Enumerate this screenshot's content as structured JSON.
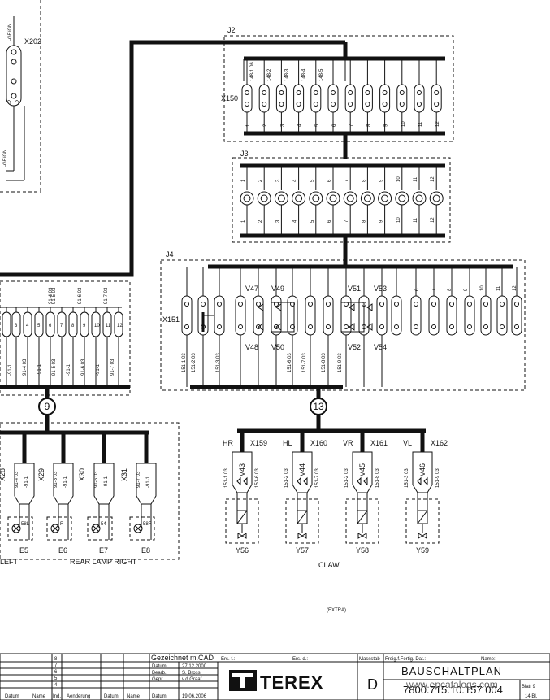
{
  "left_connector": {
    "id": "X202",
    "wires": [
      "-GE/GN",
      "-2",
      "-2",
      "-GE/GN"
    ]
  },
  "j2": {
    "label": "J2",
    "connector": "X150",
    "wires": [
      "148-1 06",
      "148-2",
      "148-3",
      "148-4",
      "148-5"
    ],
    "pins": [
      "1",
      "2",
      "3",
      "4",
      "5",
      "6",
      "7",
      "8",
      "9",
      "10",
      "11",
      "12"
    ]
  },
  "j3": {
    "label": "J3",
    "pins": [
      "1",
      "2",
      "3",
      "4",
      "5",
      "6",
      "7",
      "8",
      "9",
      "10",
      "11",
      "12"
    ]
  },
  "j4": {
    "label": "J4",
    "connector": "X151",
    "diodes_top": [
      "V47",
      "V49",
      "V51",
      "V53"
    ],
    "diodes_bottom": [
      "V48",
      "V50",
      "V52",
      "V54"
    ],
    "pins_top": [
      "6",
      "7",
      "8",
      "9",
      "10",
      "11",
      "12"
    ],
    "wires": [
      "151-1 03",
      "151-2 03",
      "151-3 03",
      "151-6 03",
      "151-7 03",
      "151-8 03",
      "151-9 03"
    ]
  },
  "left_block": {
    "pins": [
      "3",
      "4",
      "5",
      "6",
      "7",
      "8",
      "9",
      "10",
      "11",
      "12"
    ],
    "top_wires": [
      "91-4 03",
      "91-5 03",
      "91-6 03",
      "91-7 03"
    ],
    "bottom_wires": [
      "-91-1",
      "91-4 03",
      "-91-1",
      "91-5 03",
      "-91-1",
      "91-6 03",
      "-91-1",
      "91-7 03"
    ]
  },
  "node_left": "9",
  "node_right": "13",
  "rear_lamps": [
    {
      "conn": "X28",
      "w1": "91-4 03",
      "w2": "-91-1",
      "lamp": "58L",
      "id": "E5"
    },
    {
      "conn": "X29",
      "w1": "91-5 03",
      "w2": "-91-1",
      "lamp": "R",
      "id": "E6"
    },
    {
      "conn": "X30",
      "w1": "91-6 03",
      "w2": "-91-1",
      "lamp": "54",
      "id": "E7"
    },
    {
      "conn": "X31",
      "w1": "91-7 03",
      "w2": "-91-1",
      "lamp": "58R",
      "id": "E8"
    }
  ],
  "rear_lamp_left_text": "LEFT",
  "rear_lamp_right_text": "REAR LAMP RIGHT",
  "claw_valves": [
    {
      "pos": "HR",
      "conn": "X159",
      "diode": "V43",
      "w1": "151-1 03",
      "w2": "151-6 03",
      "valve": "Y56"
    },
    {
      "pos": "HL",
      "conn": "X160",
      "diode": "V44",
      "w1": "151-2 03",
      "w2": "151-7 03",
      "valve": "Y57"
    },
    {
      "pos": "VR",
      "conn": "X161",
      "diode": "V45",
      "w1": "151-2 03",
      "w2": "151-8 03",
      "valve": "Y58"
    },
    {
      "pos": "VL",
      "conn": "X162",
      "diode": "V46",
      "w1": "151-3 03",
      "w2": "151-9 03",
      "valve": "Y59"
    }
  ],
  "claw_label": "CLAW",
  "extra_label": "(EXTRA)",
  "title_block": {
    "rev_rows": [
      "8",
      "7",
      "6",
      "5",
      "4"
    ],
    "col_headers": [
      "Datum",
      "Name",
      "Ind.",
      "Aenderung",
      "Datum",
      "Name"
    ],
    "drawn": "Gezeichnet m.CAD",
    "ers_f": "Ers. f.:",
    "ers_d": "Ers. d.:",
    "massstab": "Massstab",
    "freig": "Freig.f.Fertig. Dat.:",
    "name_hdr": "Name:",
    "rows": [
      {
        "k": "Datum",
        "v": "27.12.2000"
      },
      {
        "k": "Bearb.",
        "v": "S. Bross"
      },
      {
        "k": "Gepr.",
        "v": "v.d.Graaf"
      },
      {
        "k": "Datum",
        "v": "19.06.2006"
      }
    ],
    "logo": "TEREX",
    "ind": "D",
    "title": "BAUSCHALTPLAN",
    "drawing_no": "7800.715.10.157 004",
    "watermark": "www.epcatalogs.com",
    "blatt": "Blatt 9",
    "bl": "14   Bl."
  }
}
